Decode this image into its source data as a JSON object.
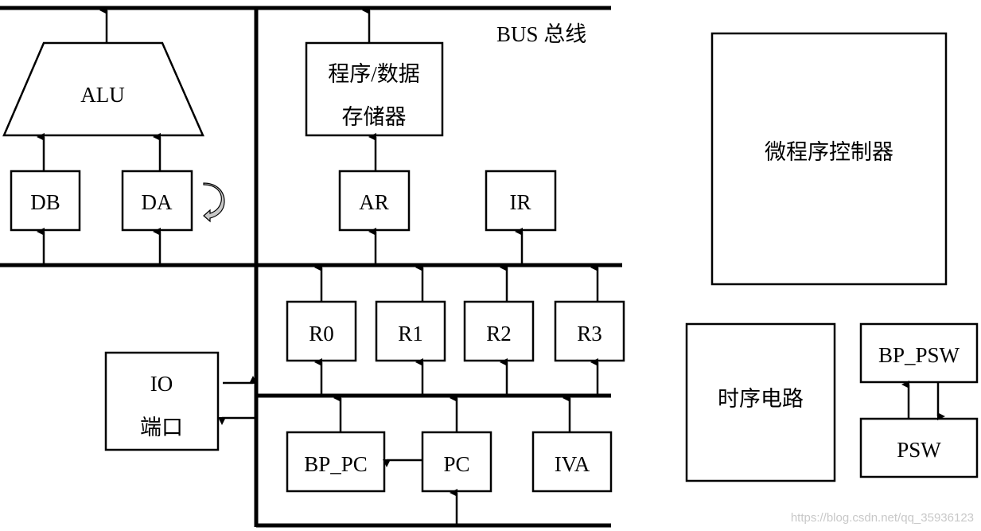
{
  "bus_label": "BUS 总线",
  "blocks": {
    "alu": "ALU",
    "db": "DB",
    "da": "DA",
    "memory_line1": "程序/数据",
    "memory_line2": "存储器",
    "ar": "AR",
    "ir": "IR",
    "r0": "R0",
    "r1": "R1",
    "r2": "R2",
    "r3": "R3",
    "io_line1": "IO",
    "io_line2": "端口",
    "bp_pc": "BP_PC",
    "pc": "PC",
    "iva": "IVA",
    "microcontroller": "微程序控制器",
    "timing": "时序电路",
    "bp_psw": "BP_PSW",
    "psw": "PSW"
  },
  "watermark": "https://blog.csdn.net/qq_35936123",
  "colors": {
    "line": "#000000",
    "fill": "#ffffff",
    "rotate_icon_fill": "#c8c8c8",
    "watermark": "#c8c8c8"
  }
}
